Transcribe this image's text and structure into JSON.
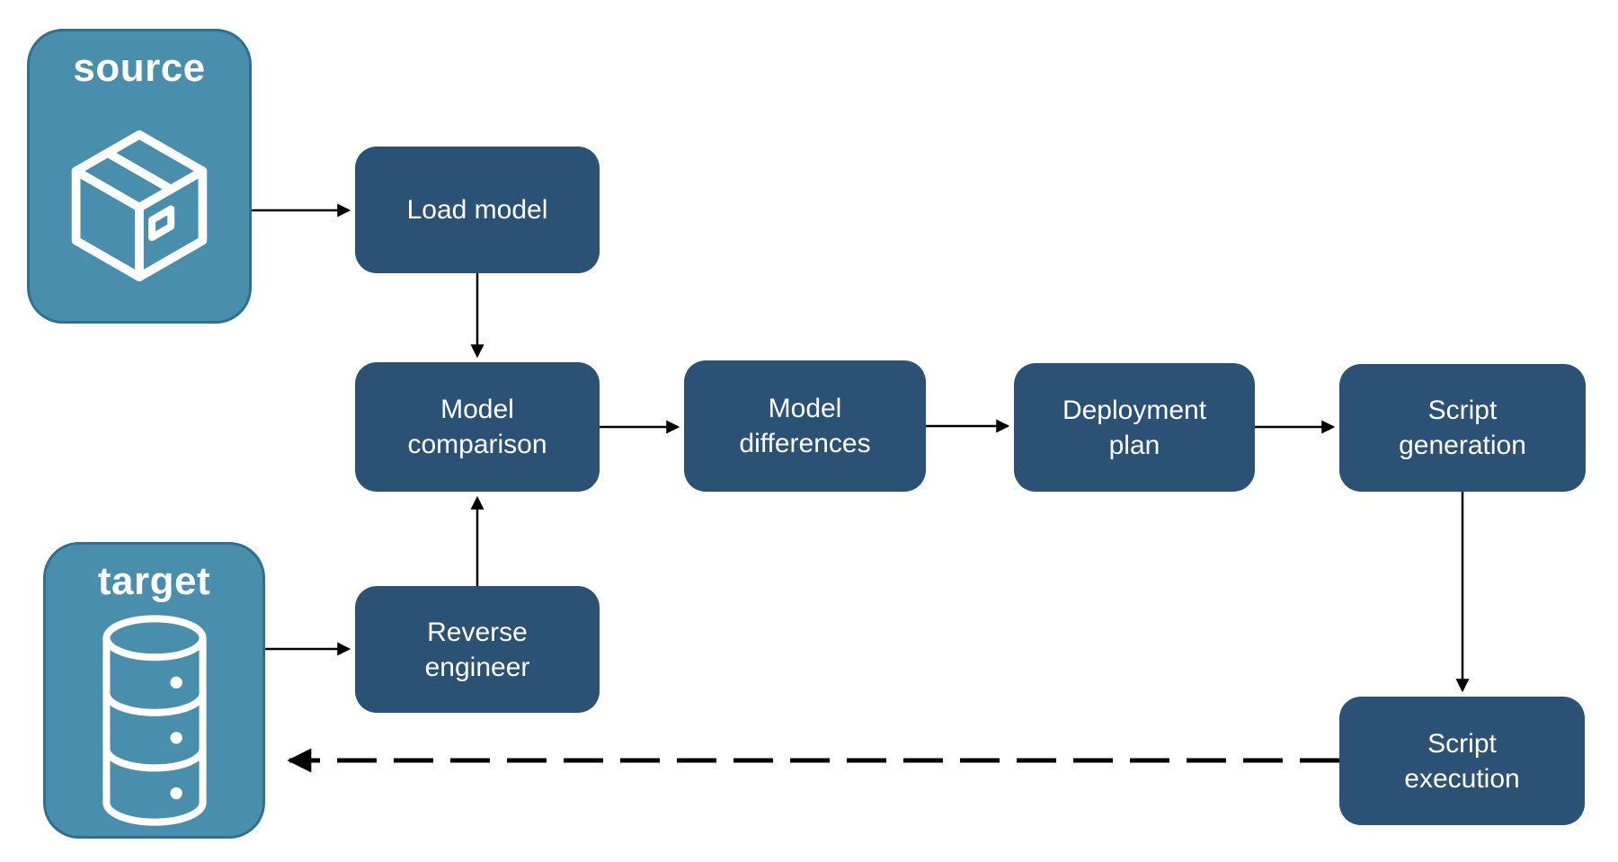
{
  "colors": {
    "node_fill": "#2B5274",
    "endpoint_fill": "#4A8EAD",
    "endpoint_border": "#2E7090",
    "text": "#FFFFFF",
    "arrow": "#000000",
    "background": "#FFFFFF"
  },
  "endpoints": {
    "source": {
      "label": "source",
      "icon": "package-icon"
    },
    "target": {
      "label": "target",
      "icon": "database-icon"
    }
  },
  "nodes": {
    "load_model": {
      "label": "Load model"
    },
    "model_comparison": {
      "label": "Model\ncomparison"
    },
    "model_differences": {
      "label": "Model\ndifferences"
    },
    "deployment_plan": {
      "label": "Deployment\nplan"
    },
    "script_generation": {
      "label": "Script\ngeneration"
    },
    "reverse_engineer": {
      "label": "Reverse\nengineer"
    },
    "script_execution": {
      "label": "Script\nexecution"
    }
  },
  "connections": [
    {
      "from": "source",
      "to": "load_model",
      "style": "solid"
    },
    {
      "from": "load_model",
      "to": "model_comparison",
      "style": "solid"
    },
    {
      "from": "model_comparison",
      "to": "model_differences",
      "style": "solid"
    },
    {
      "from": "model_differences",
      "to": "deployment_plan",
      "style": "solid"
    },
    {
      "from": "deployment_plan",
      "to": "script_generation",
      "style": "solid"
    },
    {
      "from": "script_generation",
      "to": "script_execution",
      "style": "solid"
    },
    {
      "from": "reverse_engineer",
      "to": "model_comparison",
      "style": "solid"
    },
    {
      "from": "target",
      "to": "reverse_engineer",
      "style": "solid"
    },
    {
      "from": "script_execution",
      "to": "target",
      "style": "dashed"
    }
  ]
}
